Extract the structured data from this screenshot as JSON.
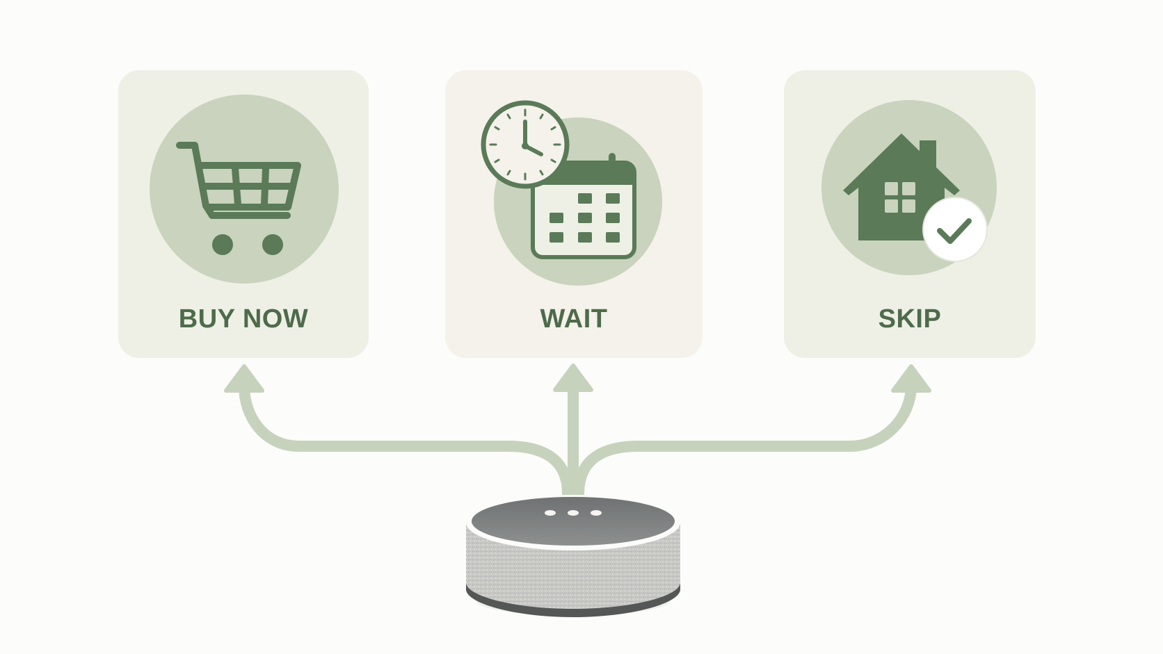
{
  "colors": {
    "background": "#fcfcfa",
    "card_buy": "#eef0e6",
    "card_wait": "#f4f2ea",
    "card_skip": "#eef0e6",
    "circle": "#c9d3bd",
    "icon": "#5a7a58",
    "label": "#4e6b4c",
    "arrow": "#c7d2bd",
    "speaker_fabric": "#c9c9c6",
    "speaker_top": "#7c7e7e",
    "speaker_base": "#535555"
  },
  "options": [
    {
      "label": "BUY NOW",
      "icon": "shopping-cart-icon"
    },
    {
      "label": "WAIT",
      "icon": "clock-calendar-icon"
    },
    {
      "label": "SKIP",
      "icon": "house-check-icon"
    }
  ],
  "device": {
    "icon": "smart-speaker-icon",
    "lights": 3
  }
}
